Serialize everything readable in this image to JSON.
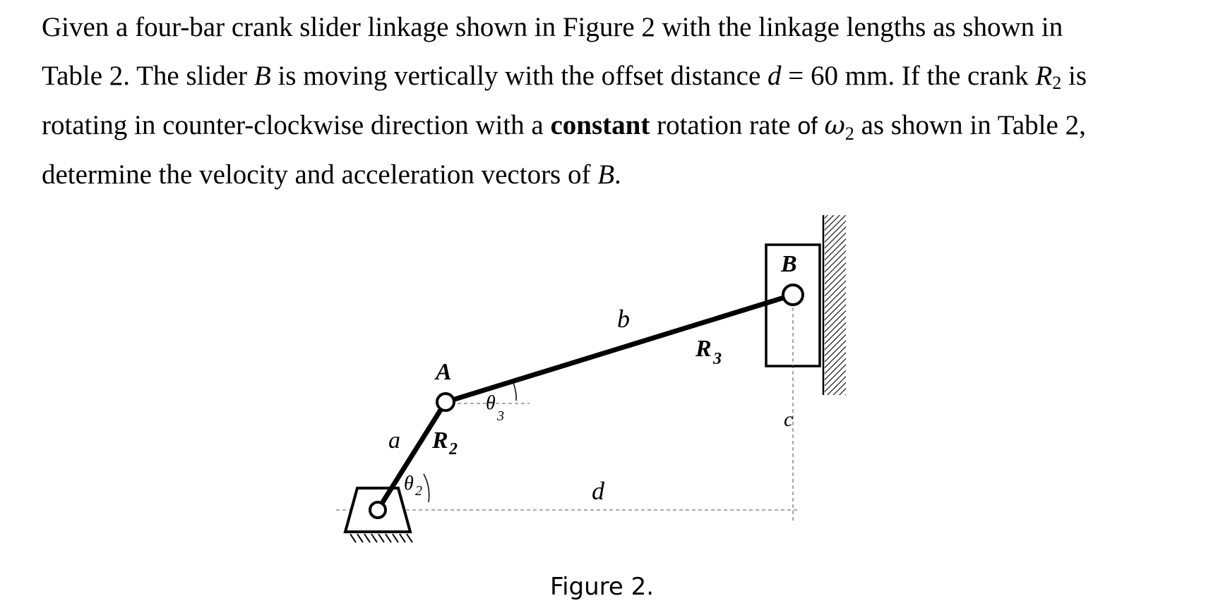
{
  "problem": {
    "line1": "Given a four-bar crank slider linkage shown in Figure 2 with the linkage lengths as shown in",
    "line2_prefix": "Table 2.  The slider ",
    "line2_B": "B",
    "line2_mid": " is moving vertically with the offset distance ",
    "line2_d": "d",
    "line2_eq": " = 60 mm.  If the crank ",
    "line2_R": "R",
    "line2_Rsub": "2",
    "line2_suffix": " is",
    "line3_prefix": "rotating in counter-clockwise direction with a ",
    "line3_bold": "constant",
    "line3_mid": " rotation rate ",
    "line3_of": "of",
    "line3_omega": "ω",
    "line3_omegasub": "2",
    "line3_suffix": " as shown in Table 2,",
    "line4_prefix": "determine the velocity and acceleration vectors of ",
    "line4_B": "B",
    "line4_suffix": "."
  },
  "figure": {
    "label_A": "A",
    "label_B": "B",
    "label_b": "b",
    "label_a": "a",
    "label_c": "c",
    "label_d": "d",
    "label_R2": "R",
    "label_R2_sub": "2",
    "label_R3": "R",
    "label_R3_sub": "3",
    "label_theta2": "θ",
    "label_theta2_sub": "2",
    "label_theta3": "θ",
    "label_theta3_sub": "3",
    "caption": "Figure 2."
  }
}
